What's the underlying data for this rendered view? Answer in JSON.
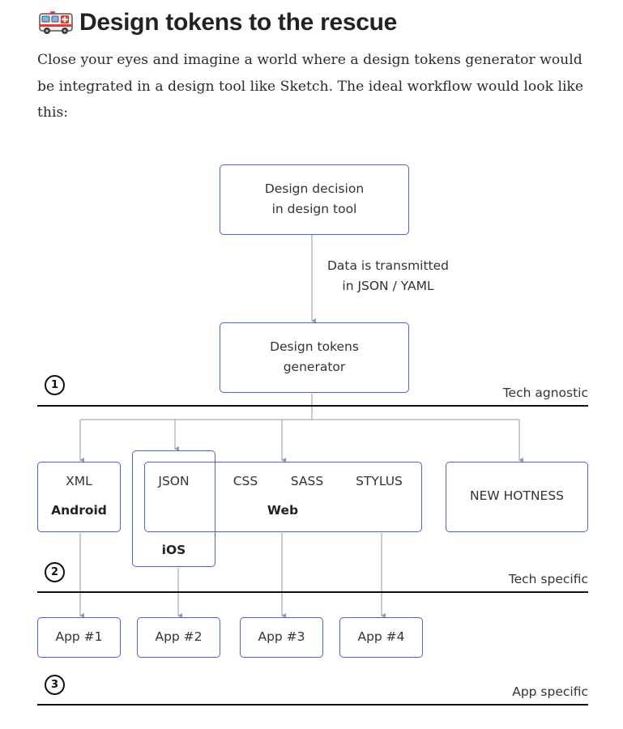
{
  "heading": {
    "icon": "ambulance-icon",
    "title": "Design tokens to the rescue"
  },
  "intro": "Close your eyes and imagine a world where a design tokens generator would be integrated in a design tool like Sketch. The ideal workflow would look like this:",
  "diagram": {
    "design_decision": [
      "Design decision",
      "in design tool"
    ],
    "transmit_note": [
      "Data is transmitted",
      "in JSON / YAML"
    ],
    "generator": [
      "Design tokens",
      "generator"
    ],
    "formats": {
      "xml": "XML",
      "json": "JSON",
      "css": "CSS",
      "sass": "SASS",
      "stylus": "STYLUS",
      "new_hotness": "NEW HOTNESS"
    },
    "platforms": {
      "android": "Android",
      "ios": "iOS",
      "web": "Web"
    },
    "apps": [
      "App #1",
      "App #2",
      "App #3",
      "App #4"
    ],
    "tiers": [
      {
        "number": "1",
        "label": "Tech agnostic"
      },
      {
        "number": "2",
        "label": "Tech specific"
      },
      {
        "number": "3",
        "label": "App specific"
      }
    ],
    "colors": {
      "box_border": "#4a5fd0",
      "connector": "#9a9a9a",
      "rule": "#111111"
    }
  }
}
